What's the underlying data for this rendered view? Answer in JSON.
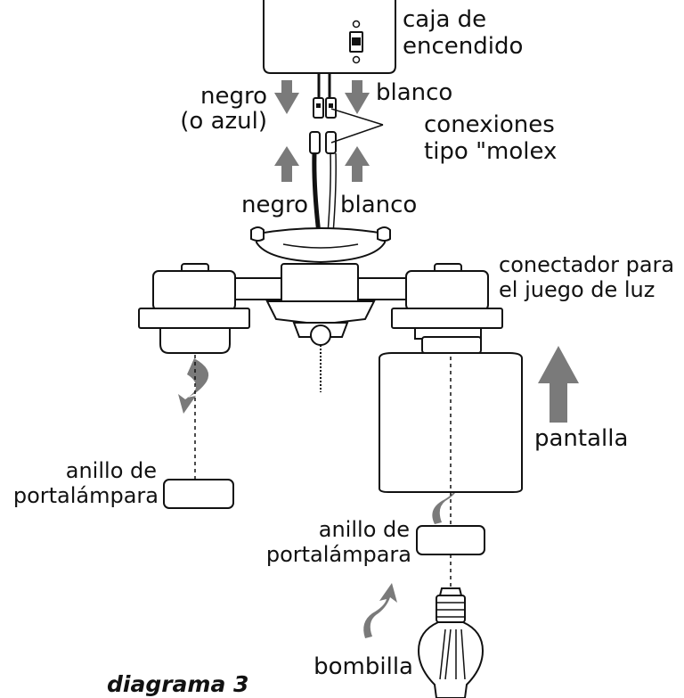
{
  "labels": {
    "switch_box_line1": "caja de",
    "switch_box_line2": "encendido",
    "black_top_line1": "negro",
    "black_top_line2": "(o azul)",
    "white_top": "blanco",
    "molex_line1": "conexiones",
    "molex_line2": "tipo \"molex",
    "black_bottom": "negro",
    "white_bottom": "blanco",
    "light_kit_line1": "conectador para",
    "light_kit_line2": "el juego de luz",
    "socket_ring_left_line1": "anillo de",
    "socket_ring_left_line2": "portalámpara",
    "shade": "pantalla",
    "socket_ring_right_line1": "anillo de",
    "socket_ring_right_line2": "portalámpara",
    "bulb": "bombilla"
  },
  "caption": "diagrama 3",
  "colors": {
    "line": "#111111",
    "arrow": "#7a7a7a",
    "background": "#ffffff"
  }
}
